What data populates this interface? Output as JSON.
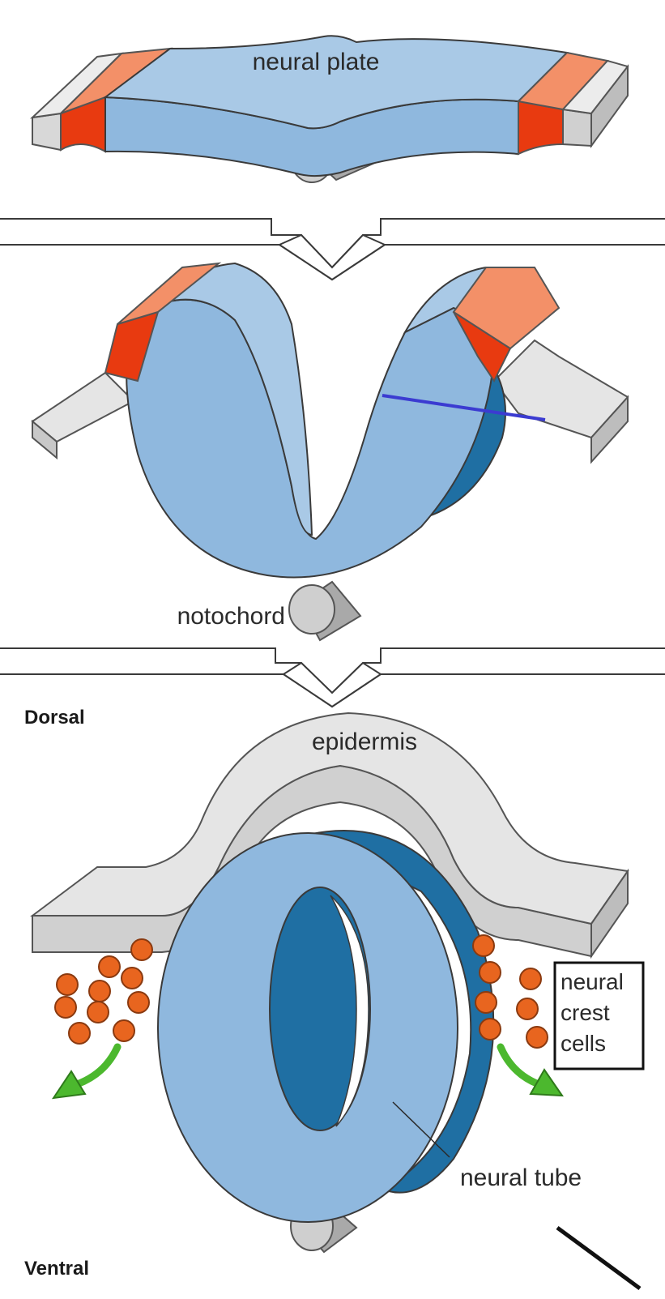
{
  "labels": {
    "neural_plate": "neural plate",
    "notochord": "notochord",
    "dorsal": "Dorsal",
    "epidermis": "epidermis",
    "neural_crest_line1": "neural",
    "neural_crest_line2": "crest",
    "neural_crest_line3": "cells",
    "neural_tube": "neural tube",
    "ventral": "Ventral"
  },
  "colors": {
    "neural_tissue": "#8fb8de",
    "neural_tissue_dark": "#1f6fa3",
    "neural_tissue_side": "#b7d3ea",
    "border_cells": "#e83a10",
    "border_top": "#f39068",
    "epidermis": "#d9d9d9",
    "epidermis_side": "#bdbdbd",
    "crest_cell": "#e8651f",
    "migration_arrow": "#4cb82e",
    "annotation_line": "#3b3bd1"
  }
}
